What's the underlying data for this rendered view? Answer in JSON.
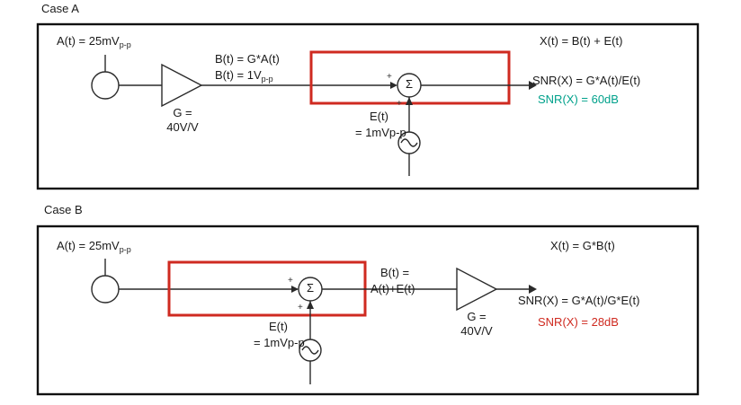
{
  "colors": {
    "red": "#cf2a20",
    "teal": "#00a18b",
    "line": "#2a2a2a"
  },
  "case_a": {
    "title": "Case A",
    "source": {
      "main": "A(t) = 25mV",
      "sub": "p-p"
    },
    "amp": {
      "line1": "G =",
      "line2": "40V/V"
    },
    "wire_label": {
      "line1": "B(t) = G*A(t)",
      "line2_main": "B(t) = 1V",
      "line2_sub": "p-p"
    },
    "summer": {
      "sigma": "Σ",
      "plus_left": "+",
      "plus_bottom": "+"
    },
    "noise": {
      "line1": "E(t)",
      "line2": "= 1mVp-p"
    },
    "output": {
      "line1": "X(t) = B(t) + E(t)",
      "line2": "SNR(X) = G*A(t)/E(t)",
      "line3": "SNR(X) = 60dB"
    }
  },
  "case_b": {
    "title": "Case B",
    "source": {
      "main": "A(t) = 25mV",
      "sub": "p-p"
    },
    "amp": {
      "line1": "G =",
      "line2": "40V/V"
    },
    "wire_label": {
      "line1": "B(t) =",
      "line2": "A(t)+E(t)"
    },
    "summer": {
      "sigma": "Σ",
      "plus_left": "+",
      "plus_bottom": "+"
    },
    "noise": {
      "line1": "E(t)",
      "line2": "= 1mVp-p"
    },
    "output": {
      "line1": "X(t) = G*B(t)",
      "line2": "SNR(X) = G*A(t)/G*E(t)",
      "line3": "SNR(X) = 28dB"
    }
  }
}
